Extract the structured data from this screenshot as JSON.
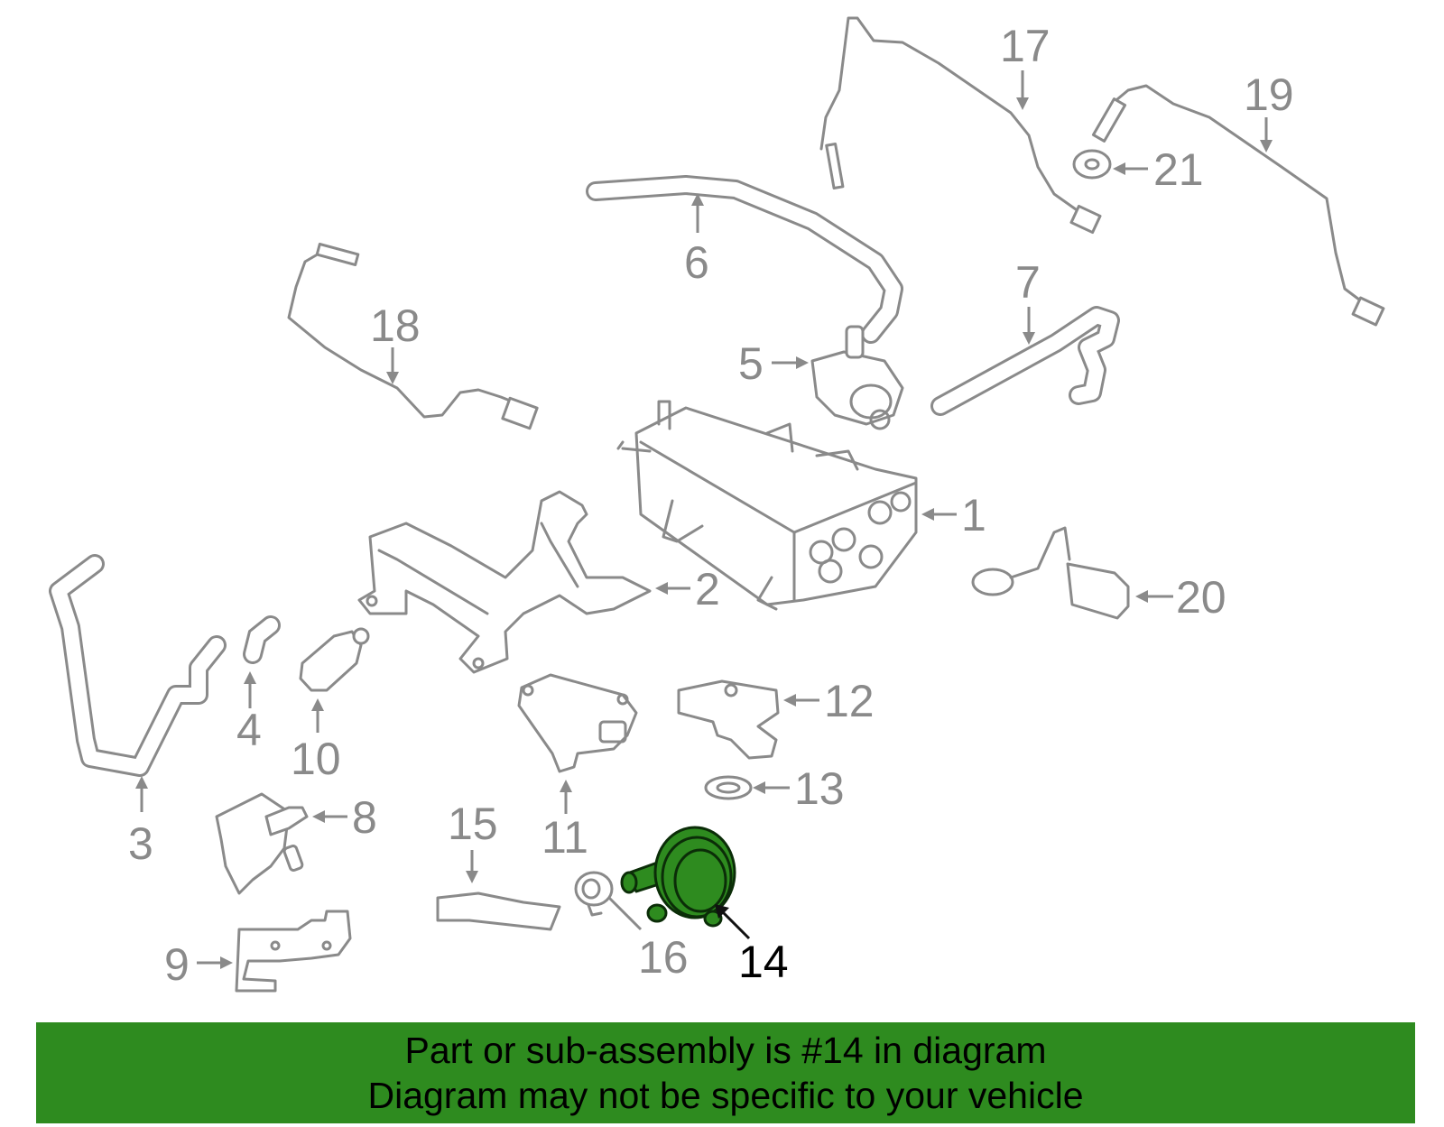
{
  "callouts": {
    "c1": "1",
    "c2": "2",
    "c3": "3",
    "c4": "4",
    "c5": "5",
    "c6": "6",
    "c7": "7",
    "c8": "8",
    "c9": "9",
    "c10": "10",
    "c11": "11",
    "c12": "12",
    "c13": "13",
    "c14": "14",
    "c15": "15",
    "c16": "16",
    "c17": "17",
    "c18": "18",
    "c19": "19",
    "c20": "20",
    "c21": "21"
  },
  "highlighted_part": "14",
  "colors": {
    "highlight_fill": "#2e8b1f",
    "line_gray": "#8a8a8a",
    "banner_bg": "#2e8b1f"
  },
  "banner": {
    "line1": "Part or sub-assembly is #14 in diagram",
    "line2": "Diagram may not be specific to your vehicle"
  }
}
